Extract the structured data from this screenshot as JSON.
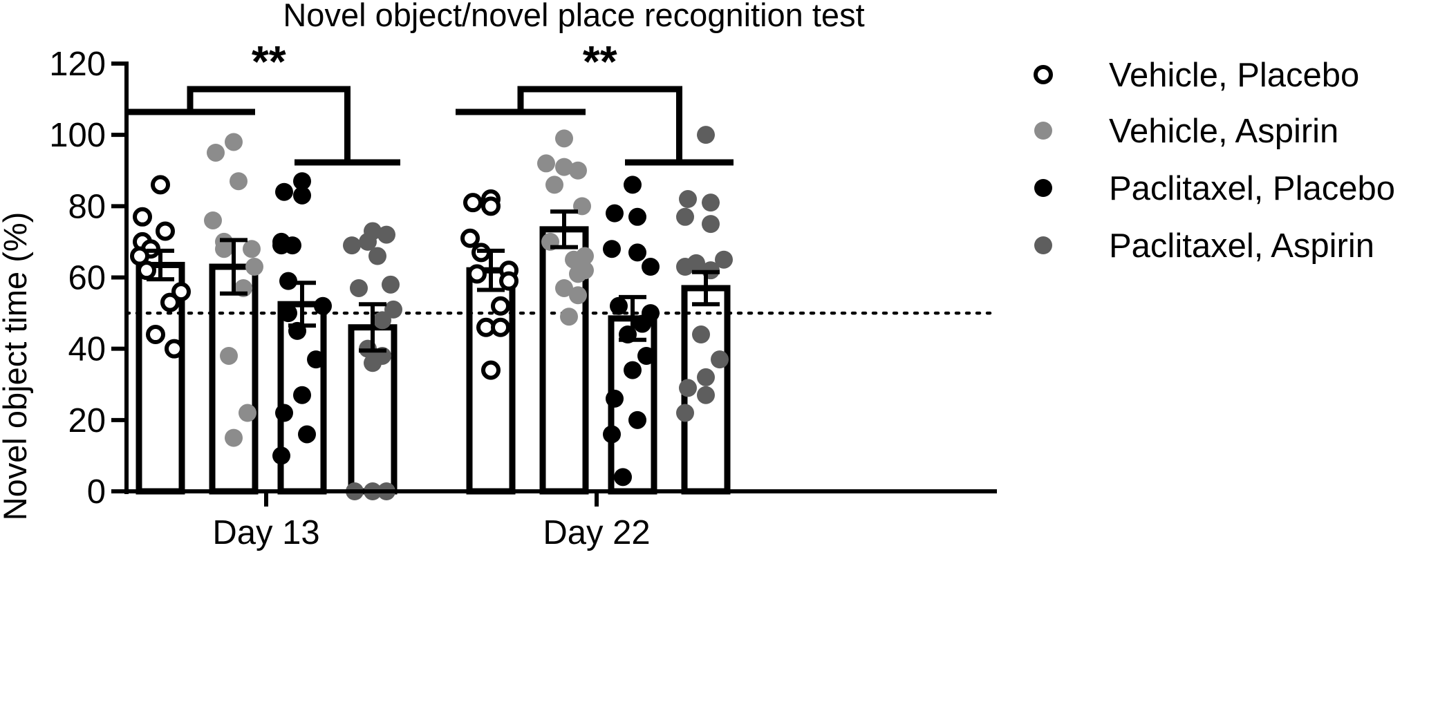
{
  "chart_data": {
    "type": "bar",
    "title": "Novel object/novel place recognition test",
    "ylabel": "Novel object time (%)",
    "xlabel": "",
    "ylim": [
      0,
      120
    ],
    "yticks": [
      0,
      20,
      40,
      60,
      80,
      100,
      120
    ],
    "reference_line": 50,
    "categories": [
      "Day 13",
      "Day 22"
    ],
    "legend_position": "right",
    "series": [
      {
        "name": "Vehicle, Placebo",
        "marker": "open-circle",
        "color": "#000000",
        "means": [
          63.5,
          62.0
        ],
        "sem": [
          4.0,
          5.5
        ],
        "points": [
          [
            86,
            77,
            73,
            70,
            68,
            66,
            62,
            56,
            53,
            44,
            40
          ],
          [
            82,
            81,
            80,
            71,
            67,
            62,
            61,
            59,
            52,
            46,
            46,
            34
          ]
        ]
      },
      {
        "name": "Vehicle, Aspirin",
        "marker": "filled-circle",
        "color": "#8c8c8c",
        "means": [
          63.0,
          73.5
        ],
        "sem": [
          7.5,
          5.0
        ],
        "points": [
          [
            98,
            95,
            87,
            76,
            70,
            68,
            68,
            63,
            57,
            38,
            22,
            15
          ],
          [
            99,
            92,
            91,
            90,
            86,
            80,
            70,
            66,
            65,
            62,
            61,
            57,
            55,
            49
          ]
        ]
      },
      {
        "name": "Paclitaxel, Placebo",
        "marker": "filled-circle",
        "color": "#000000",
        "means": [
          52.5,
          48.5
        ],
        "sem": [
          6.0,
          6.0
        ],
        "points": [
          [
            87,
            84,
            83,
            70,
            69,
            69,
            59,
            52,
            50,
            45,
            37,
            27,
            22,
            16,
            10
          ],
          [
            86,
            78,
            77,
            68,
            67,
            63,
            52,
            50,
            47,
            44,
            38,
            34,
            26,
            20,
            16,
            4
          ]
        ]
      },
      {
        "name": "Paclitaxel, Aspirin",
        "marker": "filled-circle",
        "color": "#5e5e5e",
        "means": [
          46.0,
          57.0
        ],
        "sem": [
          6.5,
          4.5
        ],
        "points": [
          [
            73,
            72,
            70,
            69,
            66,
            58,
            57,
            51,
            48,
            40,
            38,
            36,
            0,
            0,
            0
          ],
          [
            100,
            82,
            81,
            77,
            75,
            65,
            64,
            63,
            62,
            44,
            37,
            32,
            29,
            27,
            22
          ]
        ]
      }
    ],
    "significance": [
      {
        "category": "Day 13",
        "label": "**"
      },
      {
        "category": "Day 22",
        "label": "**"
      }
    ]
  }
}
